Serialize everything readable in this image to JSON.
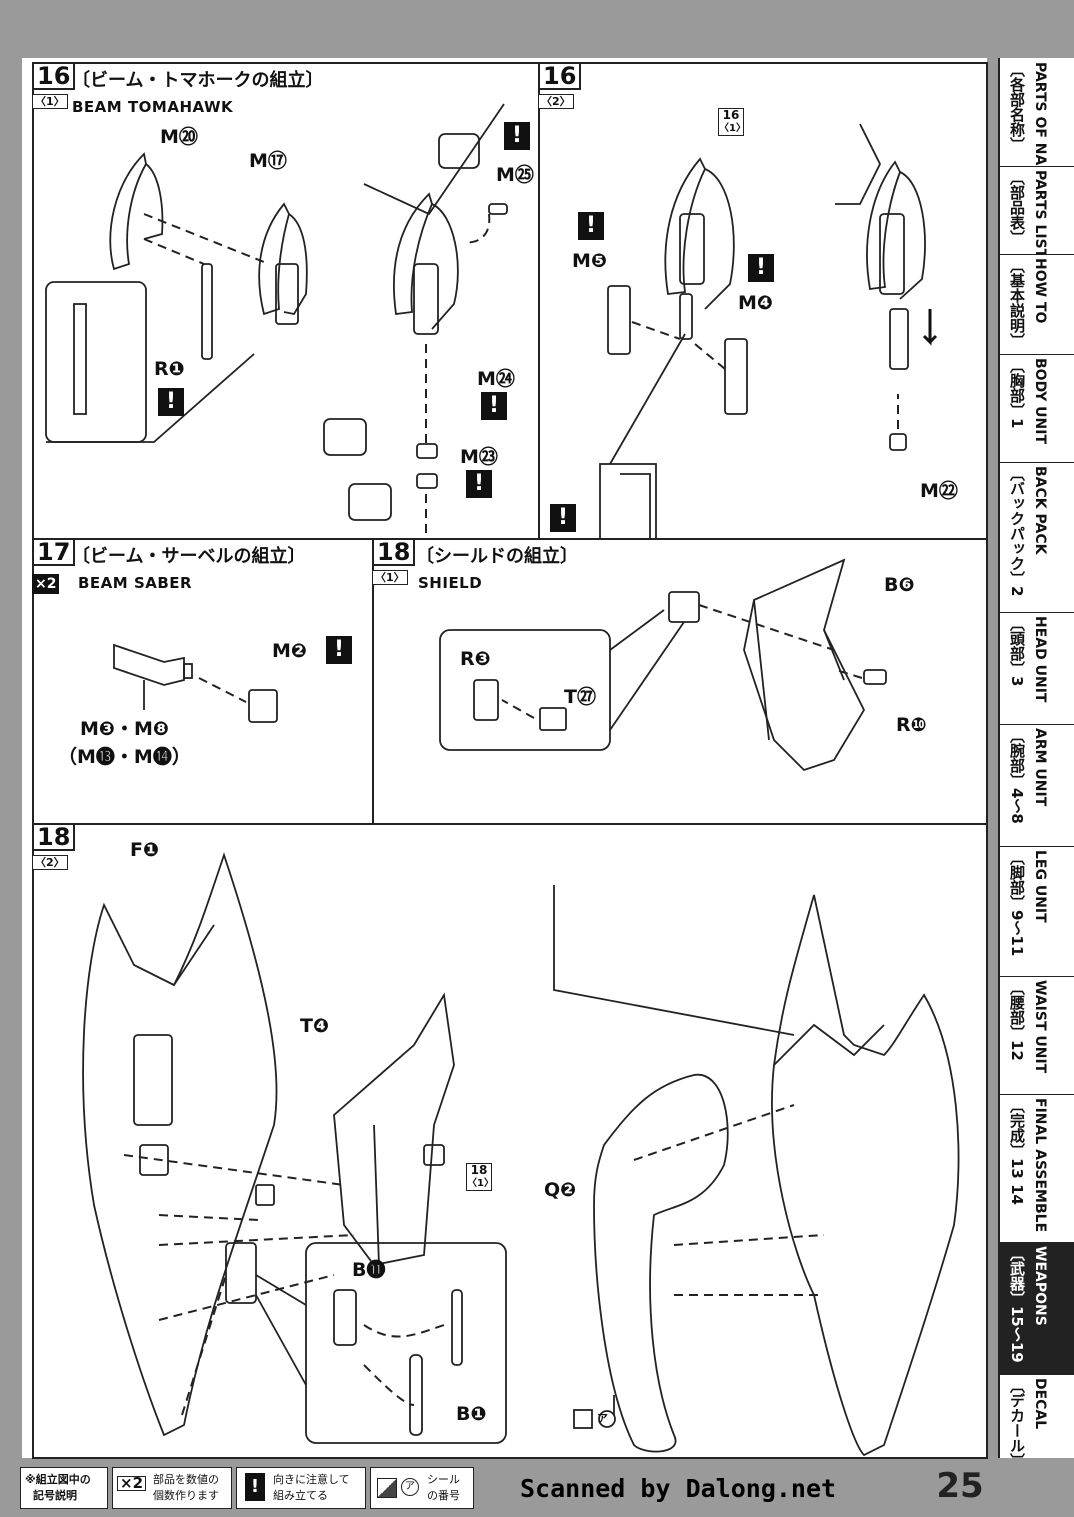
{
  "steps": {
    "s16_1": {
      "num": "16",
      "sub": "〈1〉",
      "jp": "〔ビーム・トマホークの組立〕",
      "en": "BEAM TOMAHAWK",
      "labels": {
        "m20": "M⑳",
        "m17": "M⑰",
        "m25": "M㉕",
        "r1": "R❶",
        "m24": "M㉔",
        "m23": "M㉓"
      }
    },
    "s16_2": {
      "num": "16",
      "sub": "〈2〉",
      "ref_num": "16",
      "ref_sub": "〈1〉",
      "labels": {
        "m5": "M❺",
        "m4": "M❹",
        "m22": "M㉒"
      }
    },
    "s17": {
      "num": "17",
      "mult": "×2",
      "jp": "〔ビーム・サーベルの組立〕",
      "en": "BEAM SABER",
      "labels": {
        "m2": "M❷",
        "m3m8": "M❸・M❽",
        "m13m14": "（M⓭・M⓮）"
      }
    },
    "s18_1": {
      "num": "18",
      "sub": "〈1〉",
      "jp": "〔シールドの組立〕",
      "en": "SHIELD",
      "labels": {
        "b6": "B❻",
        "r3": "R❸",
        "t27": "T㉗",
        "r10": "R❿"
      }
    },
    "s18_2": {
      "num": "18",
      "sub": "〈2〉",
      "ref_num": "18",
      "ref_sub": "〈1〉",
      "labels": {
        "f1": "F❶",
        "t4": "T❹",
        "q2": "Q❷",
        "b11": "B⓫",
        "b1": "B❶",
        "seal": "ア"
      }
    }
  },
  "warn_mark": "!",
  "sidebar": [
    {
      "jp": "〔各部名称〕",
      "en": "PARTS OF NAME"
    },
    {
      "jp": "〔部品表〕",
      "en": "PARTS LIST"
    },
    {
      "jp": "〔基本説明〕",
      "en": "HOW TO"
    },
    {
      "jp": "〔胸部〕1",
      "en": "BODY UNIT"
    },
    {
      "jp": "〔バックパック〕2",
      "en": "BACK PACK"
    },
    {
      "jp": "〔頭部〕3",
      "en": "HEAD UNIT"
    },
    {
      "jp": "〔腕部〕4～8",
      "en": "ARM UNIT"
    },
    {
      "jp": "〔脚部〕9～11",
      "en": "LEG UNIT"
    },
    {
      "jp": "〔腰部〕12",
      "en": "WAIST UNIT"
    },
    {
      "jp": "〔完成〕13 14",
      "en": "FINAL ASSEMBLE"
    },
    {
      "jp": "〔武器〕15～19",
      "en": "WEAPONS"
    },
    {
      "jp": "〔デカール〕",
      "en": "DECAL"
    }
  ],
  "footer": {
    "legend_title_1": "※組立図中の",
    "legend_title_2": "記号説明",
    "x2_symbol": "×2",
    "x2_text_1": "部品を数値の",
    "x2_text_2": "個数作ります",
    "warn_text_1": "向きに注意して",
    "warn_text_2": "組み立てる",
    "seal_symbol": "ア",
    "seal_text_1": "シール",
    "seal_text_2": "の番号",
    "scanned": "Scanned by Dalong.net",
    "page_number": "25"
  }
}
